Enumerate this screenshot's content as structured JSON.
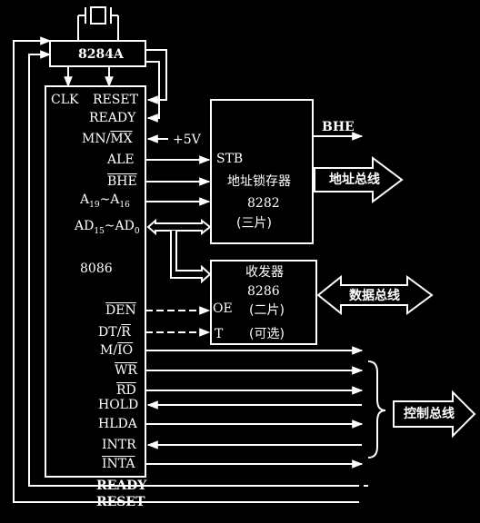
{
  "clock_chip": "8284A",
  "cpu": {
    "name": "8086",
    "pins": {
      "clk": "CLK",
      "reset": "RESET",
      "ready": "READY",
      "mn_mx": "MN/",
      "mx": "MX",
      "ale": "ALE",
      "bhe": "BHE",
      "addr": "A",
      "addr_hi": "19",
      "addr_tilde": "~A",
      "addr_lo": "16",
      "ad": "AD",
      "ad_hi": "15",
      "ad_tilde": "~AD",
      "ad_lo": "0",
      "den": "DEN",
      "dt": "DT/",
      "r": "R",
      "m": "M/",
      "io": "IO",
      "wr": "WR",
      "rd": "RD",
      "hold": "HOLD",
      "hlda": "HLDA",
      "intr": "INTR",
      "inta": "INTA"
    }
  },
  "plus5v": "+5V",
  "latch": {
    "stb": "STB",
    "title": "地址锁存器",
    "model": "8282",
    "count": "(三片)"
  },
  "transceiver": {
    "title": "收发器",
    "model": "8286",
    "count": "(二片)",
    "optional": "(可选)",
    "oe": "OE",
    "t": "T"
  },
  "bhe_out": "BHE",
  "buses": {
    "address": "地址总线",
    "data": "数据总线",
    "control": "控制总线"
  },
  "bottom_lines": {
    "ready": "READY",
    "reset": "RESET"
  }
}
